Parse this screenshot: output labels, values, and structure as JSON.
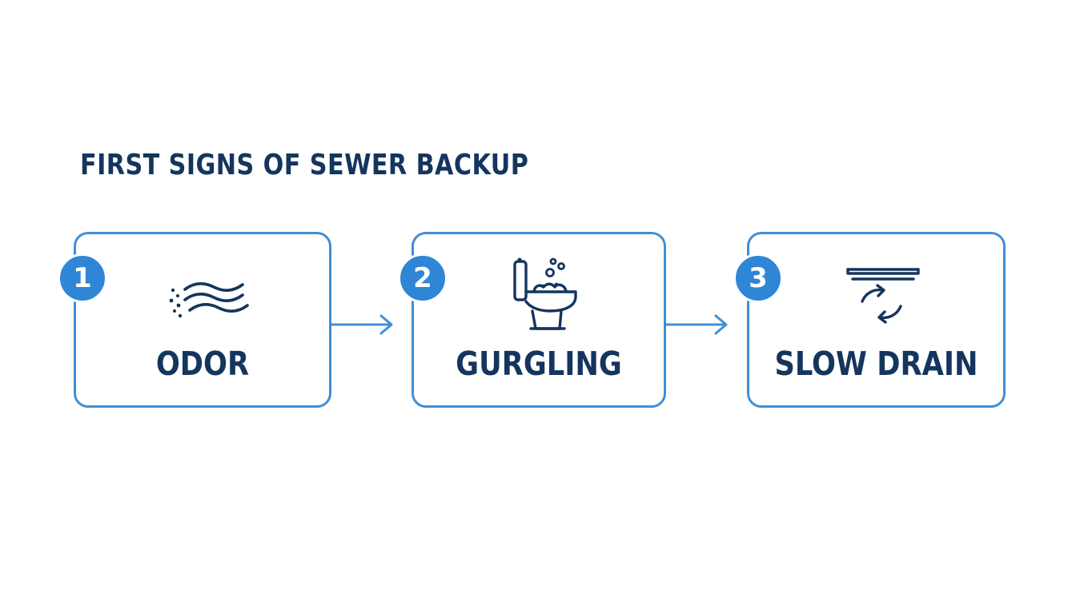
{
  "title": "FIRST SIGNS OF SEWER BACKUP",
  "colors": {
    "accent": "#3f8fd6",
    "badge": "#2f86d6",
    "text": "#14355e"
  },
  "steps": [
    {
      "number": "1",
      "label": "ODOR",
      "icon": "odor-waves-icon"
    },
    {
      "number": "2",
      "label": "GURGLING",
      "icon": "toilet-bubbles-icon"
    },
    {
      "number": "3",
      "label": "SLOW DRAIN",
      "icon": "drain-cycle-icon"
    }
  ]
}
